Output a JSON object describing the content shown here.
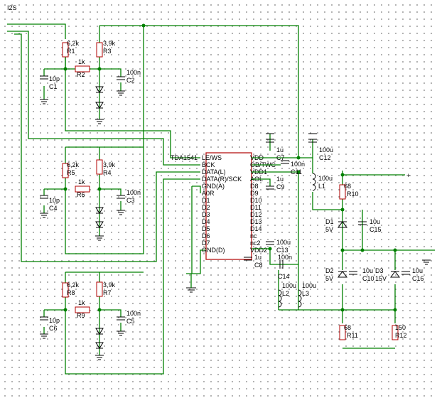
{
  "title": "I2S",
  "ic": {
    "name": "TDA1541",
    "left_pins": [
      "LE/WS",
      "BCK",
      "DATA(L)",
      "DATA(R)/SCK",
      "GND(A)",
      "A0R",
      "D1",
      "D2",
      "D3",
      "D4",
      "D5",
      "D6",
      "D7",
      "GND(D)"
    ],
    "right_pins": [
      "VDD",
      "OB/TWC",
      "VDD1",
      "AOL",
      "D8",
      "D9",
      "D10",
      "D11",
      "D12",
      "D13",
      "D14",
      "nc",
      "nc2",
      "VDD2"
    ]
  },
  "components": {
    "r1": {
      "ref": "R1",
      "value": "6,2k"
    },
    "r2": {
      "ref": "R2",
      "value": "1k"
    },
    "r3": {
      "ref": "R3",
      "value": "3,9k"
    },
    "c1": {
      "ref": "C1",
      "value": "10p"
    },
    "c2": {
      "ref": "C2",
      "value": "100n"
    },
    "r5": {
      "ref": "R5",
      "value": "6,2k"
    },
    "r6": {
      "ref": "R6",
      "value": "1k"
    },
    "r4": {
      "ref": "R4",
      "value": "3,9k"
    },
    "c4": {
      "ref": "C4",
      "value": "10p"
    },
    "c3": {
      "ref": "C3",
      "value": "100n"
    },
    "r8": {
      "ref": "R8",
      "value": "6,2k"
    },
    "r9": {
      "ref": "R9",
      "value": "1k"
    },
    "r7": {
      "ref": "R7",
      "value": "3,9k"
    },
    "c6": {
      "ref": "C6",
      "value": "10p"
    },
    "c5": {
      "ref": "C5",
      "value": "100n"
    },
    "c7": {
      "ref": "C7",
      "value": "1u"
    },
    "c11": {
      "ref": "C11",
      "value": "100n"
    },
    "c12": {
      "ref": "C12",
      "value": "100u"
    },
    "c9": {
      "ref": "C9",
      "value": "1u"
    },
    "c13": {
      "ref": "C13",
      "value": "100u"
    },
    "c8": {
      "ref": "C8",
      "value": "1u"
    },
    "c14": {
      "ref": "C14",
      "value": "100n"
    },
    "l1": {
      "ref": "L1",
      "value": "100u"
    },
    "l2": {
      "ref": "L2",
      "value": "100u"
    },
    "l3": {
      "ref": "L3",
      "value": "100u"
    },
    "r10": {
      "ref": "R10",
      "value": "68"
    },
    "r11": {
      "ref": "R11",
      "value": "68"
    },
    "r12": {
      "ref": "R12",
      "value": "150"
    },
    "d1": {
      "ref": "D1",
      "value": "5V"
    },
    "d2": {
      "ref": "D2",
      "value": "5V"
    },
    "d3": {
      "ref": "D3",
      "value": "15V"
    },
    "c15": {
      "ref": "C15",
      "value": "10u"
    },
    "c10": {
      "ref": "C10",
      "value": "10u"
    },
    "c16": {
      "ref": "C16",
      "value": "10u"
    }
  },
  "supply_label": "+"
}
